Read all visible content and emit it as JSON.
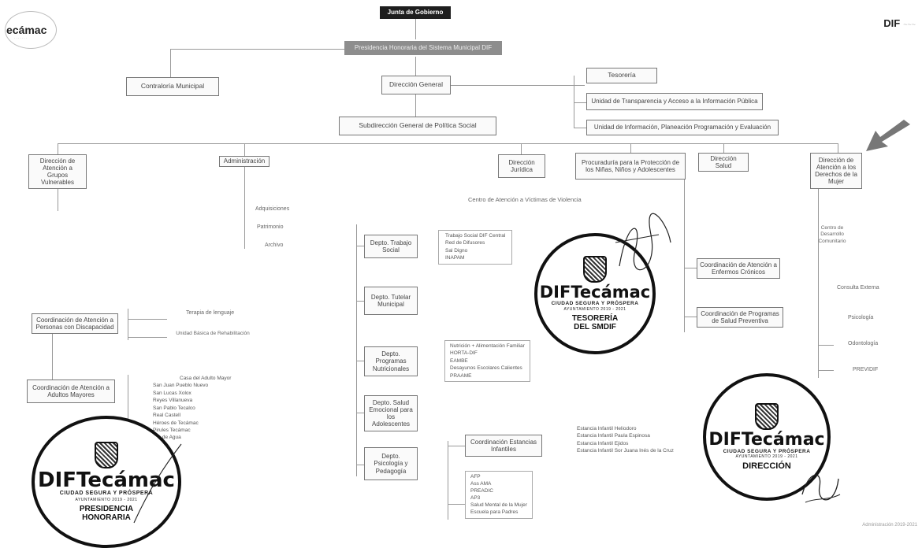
{
  "logos": {
    "left_word": "ecámac",
    "right_word": "DIF"
  },
  "top": {
    "board": "Junta de Gobierno",
    "presidency": "Presidencia Honoraria del Sistema Municipal DIF"
  },
  "boxes": {
    "contraloria": "Contraloría Municipal",
    "direccion_general": "Dirección General",
    "tesoreria": "Tesorería",
    "transparencia": "Unidad de Transparencia y Acceso a la Información Pública",
    "unidad_info": "Unidad de Información, Planeación Programación y Evaluación",
    "subdireccion": "Subdirección General de Política Social",
    "dir_juridica": "Dirección Jurídica",
    "procuraduria": "Procuraduría para la Protección de los Niñas, Niños y Adolescentes",
    "dir_salud": "Dirección Salud",
    "dir_mujer": "Dirección de Atención a los Derechos de la Mujer",
    "dir_grupos": "Dirección de Atención a Grupos Vulnerables",
    "administracion": "Administración",
    "coord_discapacidad": "Coordinación de Atención a Personas con Discapacidad",
    "coord_adultos": "Coordinación de Atención a Adultos Mayores",
    "depto_trabajo": "Depto. Trabajo Social",
    "depto_tutela": "Depto. Tutelar Municipal",
    "depto_nutri": "Depto. Programas Nutricionales",
    "depto_emocional": "Depto. Salud Emocional para los Adolescentes",
    "depto_psico": "Depto. Psicología y Pedagogía",
    "coord_estancias": "Coordinación Estancias Infantiles",
    "coord_cronicos": "Coordinación de Atención a Enfermos Crónicos",
    "coord_preventiva": "Coordinación de Programas de Salud Preventiva"
  },
  "texts": {
    "centro_victimas": "Centro de Atención a Víctimas de Violencia",
    "adquisiciones": "Adquisiciones",
    "patrimonio": "Patrimonio",
    "archivo": "Archivo",
    "terapia": "Terapia de lenguaje",
    "urbr": "Unidad Básica de Rehabilitación",
    "centro_desarrollo": "Centro de Desarrollo Comunitario",
    "consulta": "Consulta Externa",
    "psicologia": "Psicología",
    "odontologia": "Odontología",
    "previde": "PREVIDIF",
    "footer": "Administración 2019-2021"
  },
  "lists": {
    "casas": [
      "Casa del Adulto Mayor",
      "San Juan Pueblo Nuevo",
      "San Lucas Xolox",
      "Reyes Villanueva",
      "San Pablo Tecalco",
      "Real Castell",
      "Héroes de Tecámac",
      "Pirules Tecámac",
      "Ojo de Agua"
    ],
    "trabajo": [
      "Trabajo Social DIF Central",
      "Red de Difusores",
      "Sal Digno",
      "INAPAM"
    ],
    "nutri": [
      "Nutrición + Alimentación Familiar",
      "HORTA-DIF",
      "EAMBE",
      "Desayunos Escolares Calientes",
      "PRAAME"
    ],
    "estancias": [
      "Estancia Infantil Heliodoro",
      "Estancia Infantil Paula Espinosa",
      "Estancia Infantil Ejidos",
      "Estancia Infantil Sor Juana Inés de la Cruz"
    ],
    "psico": [
      "AFP",
      "Ass AMA",
      "PREADIC",
      "AP3",
      "Salud Mental de la Mujer",
      "Escuela para Padres"
    ]
  },
  "stamps": {
    "brand": "DIFTecámac",
    "tagline": "CIUDAD SEGURA Y PRÓSPERA",
    "period": "AYUNTAMIENTO 2019 - 2021",
    "left_role": "PRESIDENCIA HONORARIA",
    "center_role": "TESORERÍA DEL SMDIF",
    "right_role": "DIRECCIÓN"
  }
}
